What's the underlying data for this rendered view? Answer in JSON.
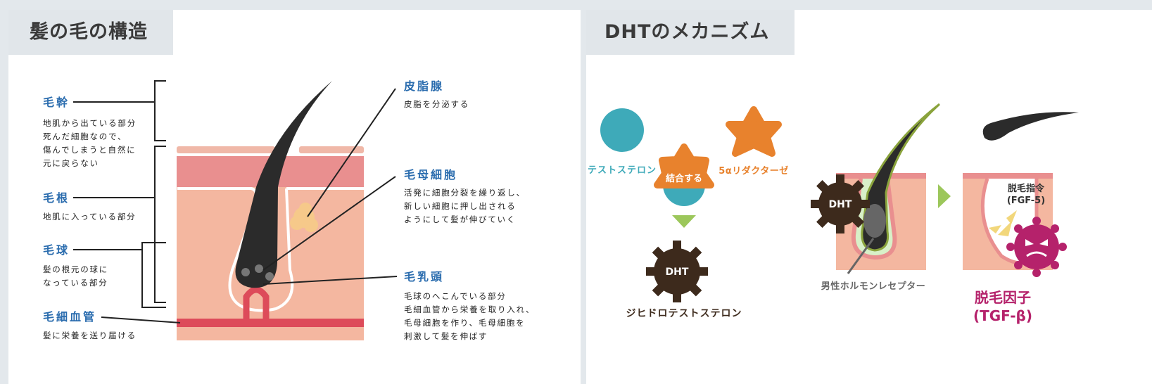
{
  "left_panel": {
    "title": "髪の毛の構造",
    "labels": {
      "hair_shaft": {
        "title": "毛幹",
        "lines": [
          "地肌から出ている部分",
          "死んだ細胞なので、",
          "傷んでしまうと自然に",
          "元に戻らない"
        ]
      },
      "hair_root": {
        "title": "毛根",
        "lines": [
          "地肌に入っている部分"
        ]
      },
      "hair_bulb": {
        "title": "毛球",
        "lines": [
          "髪の根元の球に",
          "なっている部分"
        ]
      },
      "capillary": {
        "title": "毛細血管",
        "lines": [
          "髪に栄養を送り届ける"
        ]
      },
      "sebaceous_gland": {
        "title": "皮脂腺",
        "lines": [
          "皮脂を分泌する"
        ]
      },
      "matrix_cell": {
        "title": "毛母細胞",
        "lines": [
          "活発に細胞分裂を繰り返し、",
          "新しい細胞に押し出される",
          "ようにして髪が伸びていく"
        ]
      },
      "dermal_papilla": {
        "title": "毛乳頭",
        "lines": [
          "毛球のへこんでいる部分",
          "毛細血管から栄養を取り入れ、",
          "毛母細胞を作り、毛母細胞を",
          "刺激して髪を伸ばす"
        ]
      }
    }
  },
  "right_panel": {
    "title": "DHTのメカニズム",
    "testosterone": "テストステロン",
    "reductase": "5αリダクターゼ",
    "bind": "結合する",
    "dht_short": "DHT",
    "dht_full": "ジヒドロテストステロン",
    "receptor": "男性ホルモンレセプター",
    "signal_line1": "脱毛指令",
    "signal_line2": "(FGF-5)",
    "factor_line1": "脱毛因子",
    "factor_line2": "(TGF-β)"
  },
  "colors": {
    "blue_label": "#2a6cae",
    "teal": "#3eaab9",
    "orange": "#e8822d",
    "dark_brown": "#3d2a1c",
    "skin": "#f4b7a0",
    "skin_top": "#e98f8f",
    "capillary": "#dd4b5a",
    "magenta": "#b5226b",
    "green_arrow": "#9cc75b",
    "hair": "#2b2b2b"
  },
  "icons": [
    "star-molecule-icon",
    "gear-molecule-icon",
    "virus-monster-icon",
    "arrow-down-icon",
    "arrow-right-icon"
  ]
}
